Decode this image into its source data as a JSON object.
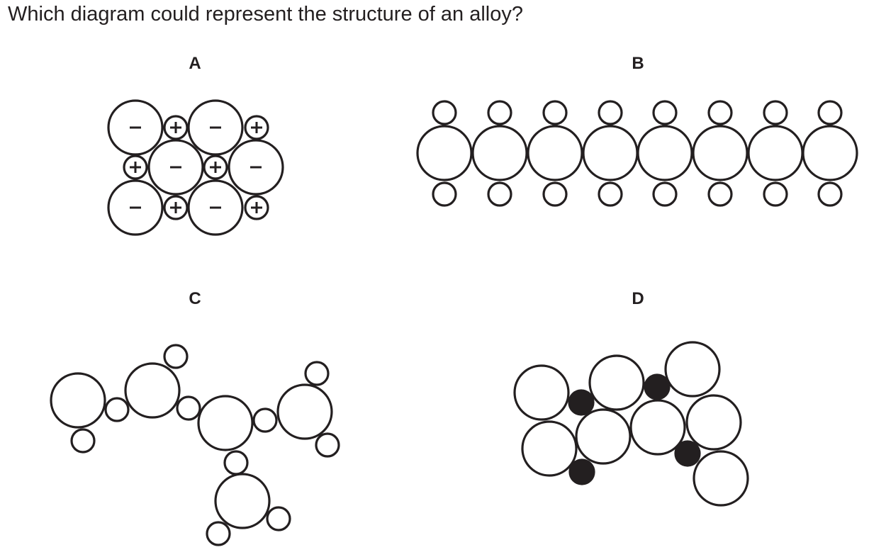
{
  "question": "Which diagram could represent the structure of an alloy?",
  "options": [
    {
      "id": "a",
      "label": "A"
    },
    {
      "id": "b",
      "label": "B"
    },
    {
      "id": "c",
      "label": "C"
    },
    {
      "id": "d",
      "label": "D"
    }
  ],
  "colors": {
    "ink": "#231f20",
    "background": "#ffffff"
  }
}
